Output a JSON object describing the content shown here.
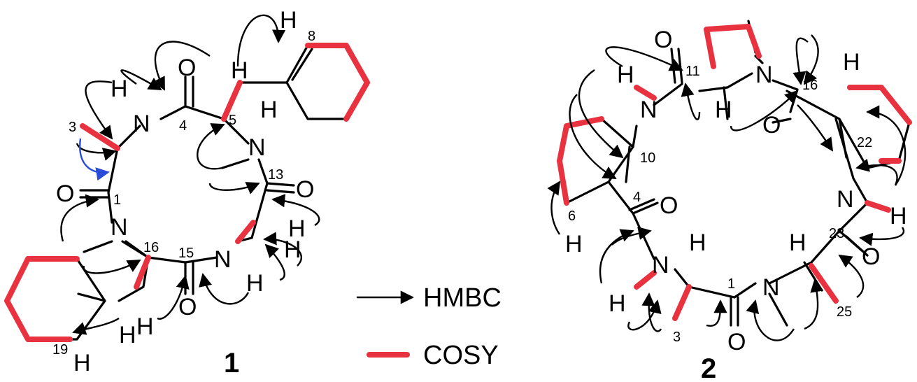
{
  "atoms": {
    "H": "H",
    "N": "N",
    "O": "O"
  },
  "compound1": {
    "label": "1",
    "numbers": [
      "3",
      "1",
      "4",
      "5",
      "8",
      "13",
      "15",
      "16",
      "19"
    ]
  },
  "compound2": {
    "label": "2",
    "numbers": [
      "11",
      "16",
      "10",
      "22",
      "6",
      "4",
      "23",
      "1",
      "3",
      "25"
    ]
  },
  "legend": {
    "hmbc": "HMBC",
    "cosy": "COSY"
  },
  "colors": {
    "cosy": "#e8323f",
    "hmbc": "#000000",
    "special_hmbc": "#2a4bd7"
  }
}
